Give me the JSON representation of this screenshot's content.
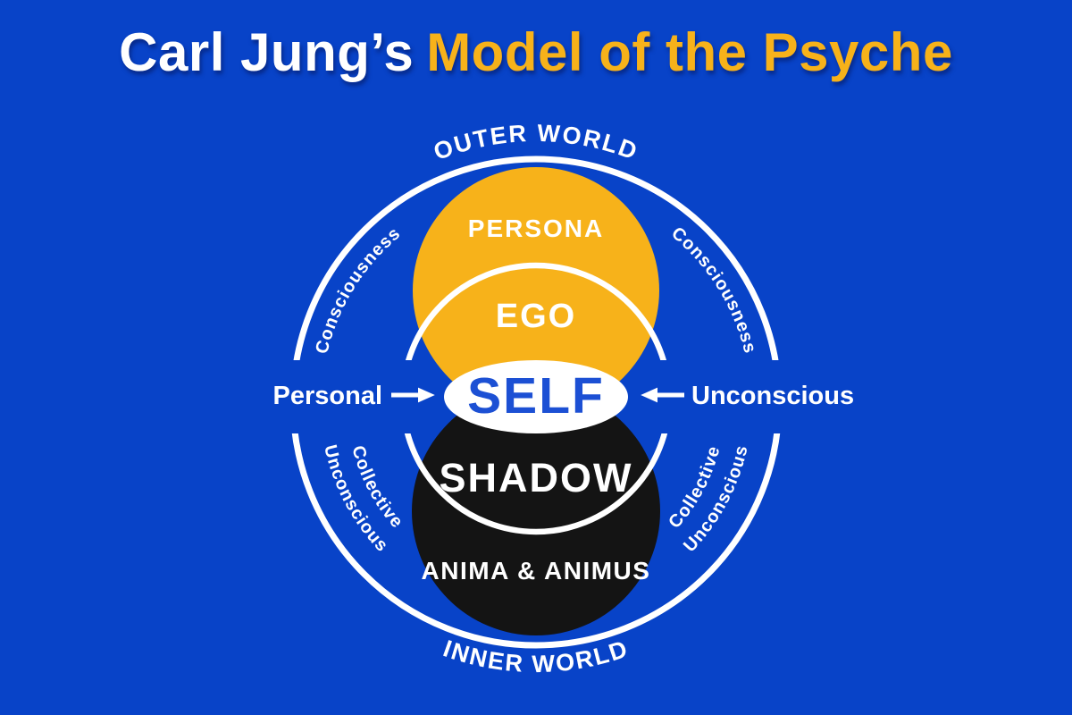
{
  "colors": {
    "bg": "#0843C8",
    "yellow": "#F7B21A",
    "black": "#141414",
    "white": "#FFFFFF",
    "selfBlue": "#1C50D4"
  },
  "title": {
    "part1": "Carl Jung’s",
    "part2": "Model of the Psyche"
  },
  "diagram": {
    "outer_world": "OUTER WORLD",
    "inner_world": "INNER WORLD",
    "consciousness_left": "Consciousness",
    "consciousness_right": "Consciousness",
    "collective_unconscious_left": {
      "line1": "Collective",
      "line2": "Unconscious"
    },
    "collective_unconscious_right": {
      "line1": "Collective",
      "line2": "Unconscious"
    },
    "persona": "PERSONA",
    "ego": "EGO",
    "self": "SELF",
    "shadow": "SHADOW",
    "anima_animus": "ANIMA & ANIMUS",
    "personal_label": "Personal",
    "unconscious_label": "Unconscious"
  }
}
